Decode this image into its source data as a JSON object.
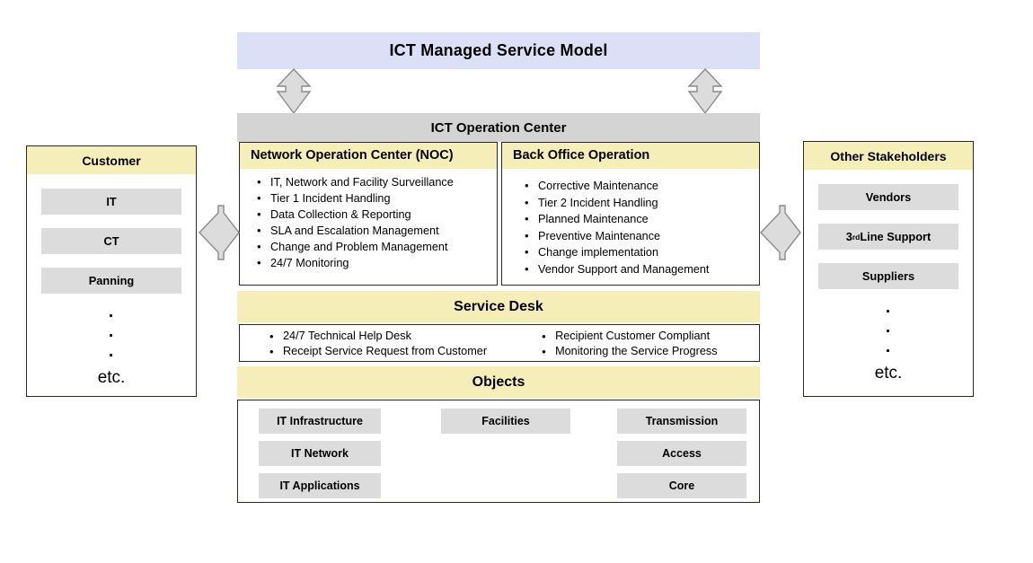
{
  "title": "ICT Managed Service Model",
  "colors": {
    "title_banner": "#dce0f7",
    "section_header_gray": "#d4d4d4",
    "section_header_yellow": "#f6eeb9",
    "chip_gray": "#dcdcdc",
    "border_dark": "#2a2a20",
    "arrow_fill": "#dcdcdc"
  },
  "ict_center": {
    "header": "ICT Operation Center",
    "noc": {
      "title": "Network Operation Center (NOC)",
      "items": [
        "IT, Network and Facility Surveillance",
        "Tier 1 Incident Handling",
        "Data Collection & Reporting",
        "SLA and Escalation Management",
        "Change and Problem Management",
        "24/7 Monitoring"
      ]
    },
    "back_office": {
      "title": "Back Office Operation",
      "items": [
        "Corrective Maintenance",
        "Tier 2 Incident Handling",
        "Planned Maintenance",
        "Preventive Maintenance",
        "Change implementation",
        "Vendor Support and Management"
      ]
    },
    "service_desk": {
      "title": "Service Desk",
      "items_left": [
        "24/7 Technical Help Desk",
        "Receipt Service Request from Customer"
      ],
      "items_right": [
        "Recipient Customer Compliant",
        "Monitoring the Service Progress"
      ]
    },
    "objects": {
      "title": "Objects",
      "column_1": [
        "IT Infrastructure",
        "IT Network",
        "IT Applications"
      ],
      "column_2": [
        "Facilities"
      ],
      "column_3": [
        "Transmission",
        "Access",
        "Core"
      ]
    }
  },
  "customer": {
    "header": "Customer",
    "chips": [
      "IT",
      "CT",
      "Panning"
    ],
    "dots": "·\n·\n·",
    "etc": "etc."
  },
  "stakeholders": {
    "header": "Other Stakeholders",
    "chips": [
      {
        "text": "Vendors",
        "sup": ""
      },
      {
        "text": "3",
        "sup": "rd",
        "suffix": " Line Support"
      },
      {
        "text": "Suppliers",
        "sup": ""
      }
    ],
    "chip_vendors": "Vendors",
    "chip_third_line_prefix": "3",
    "chip_third_line_sup": "rd",
    "chip_third_line_suffix": " Line Support",
    "chip_suppliers": "Suppliers",
    "dots": "·\n·\n·",
    "etc": "etc."
  },
  "arrows": {
    "top_left": "vertical-double-arrow",
    "top_right": "vertical-double-arrow",
    "left_mid": "horizontal-double-arrow",
    "right_mid": "horizontal-double-arrow"
  }
}
